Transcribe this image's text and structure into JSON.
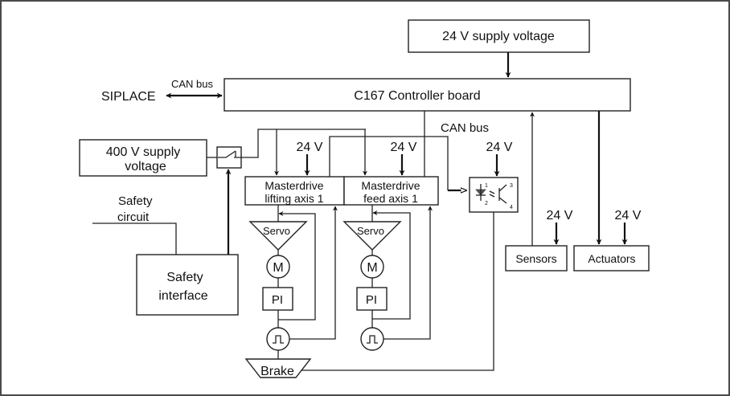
{
  "diagram": {
    "supply_24v_box": "24 V supply voltage",
    "controller_board": "C167 Controller board",
    "siplace": "SIPLACE",
    "can_bus_top": "CAN bus",
    "can_bus_mid": "CAN bus",
    "supply_400v_line1": "400 V  supply",
    "supply_400v_line2": "voltage",
    "safety_circuit_line1": "Safety",
    "safety_circuit_line2": "circuit",
    "safety_interface_line1": "Safety",
    "safety_interface_line2": "interface",
    "masterdrive_lift_line1": "Masterdrive",
    "masterdrive_lift_line2": "lifting axis 1",
    "masterdrive_feed_line1": "Masterdrive",
    "masterdrive_feed_line2": "feed axis 1",
    "v24_label": "24 V",
    "servo": "Servo",
    "motor": "M",
    "pi": "PI",
    "brake": "Brake",
    "sensors": "Sensors",
    "actuators": "Actuators",
    "optocoupler_pins": [
      "1",
      "2",
      "3",
      "4"
    ]
  }
}
